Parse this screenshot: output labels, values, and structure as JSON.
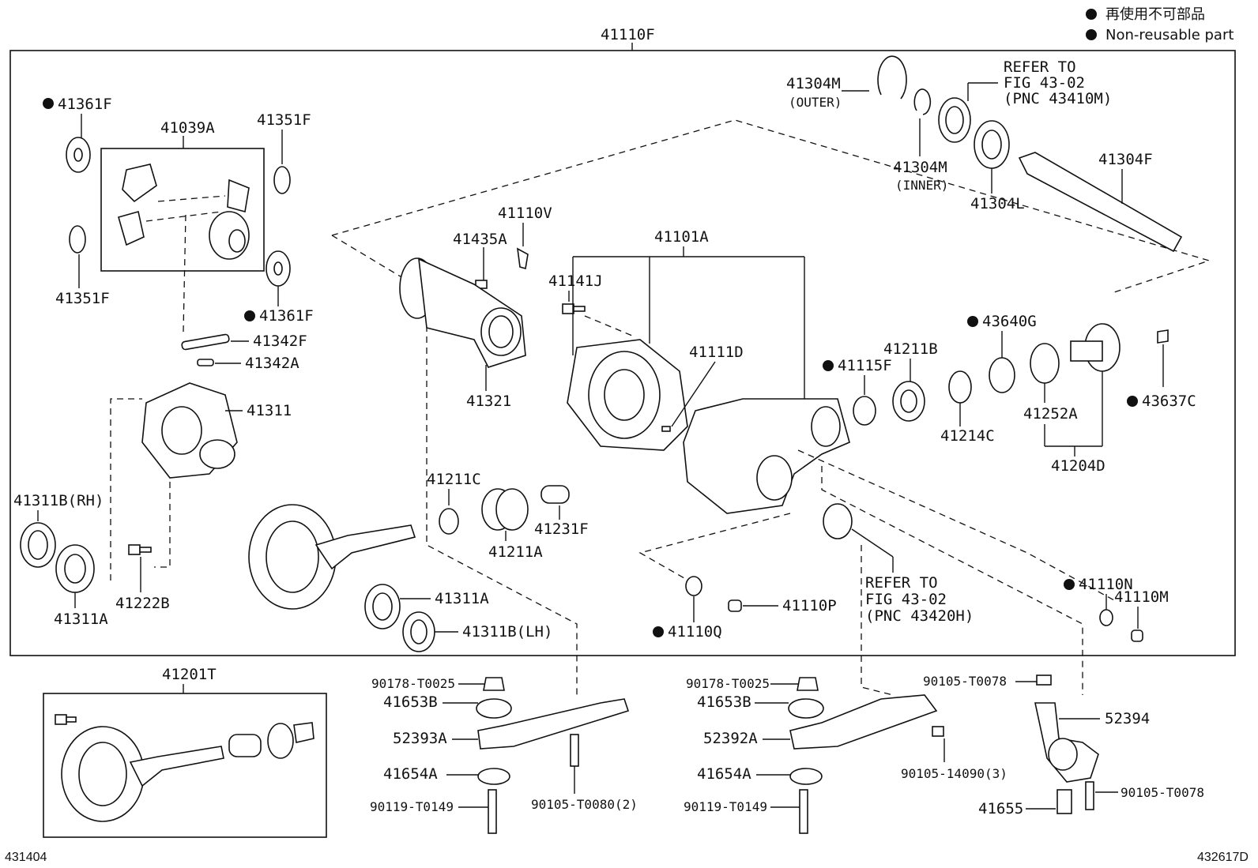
{
  "legend": {
    "line1": "再使用不可部品",
    "line2": "Non-reusable part",
    "marker_color": "#111111"
  },
  "main_assembly": "41110F",
  "refer_upper": {
    "l1": "REFER TO",
    "l2": "FIG 43-02",
    "l3": "(PNC 43410M)"
  },
  "refer_lower": {
    "l1": "REFER TO",
    "l2": "FIG 43-02",
    "l3": "(PNC 43420H)"
  },
  "labels": {
    "p41361F_top": "41361F",
    "p41039A": "41039A",
    "p41351F_top": "41351F",
    "p41351F_left": "41351F",
    "p41361F_mid": "41361F",
    "p41342F": "41342F",
    "p41342A": "41342A",
    "p41311": "41311",
    "p41311B_RH": "41311B(RH)",
    "p41311A_left": "41311A",
    "p41222B": "41222B",
    "p41311A_mid": "41311A",
    "p41311B_LH": "41311B(LH)",
    "p41435A": "41435A",
    "p41110V": "41110V",
    "p41141J": "41141J",
    "p41101A": "41101A",
    "p41321": "41321",
    "p41111D": "41111D",
    "p41211C": "41211C",
    "p41211A": "41211A",
    "p41231F": "41231F",
    "p41304M_outer": "41304M",
    "outer": "(OUTER)",
    "p41304M_inner": "41304M",
    "inner": "(INNER)",
    "p41304L": "41304L",
    "p41304F": "41304F",
    "p43640G": "43640G",
    "p41115F": "41115F",
    "p41211B": "41211B",
    "p41214C": "41214C",
    "p41252A": "41252A",
    "p41204D": "41204D",
    "p43637C": "43637C",
    "p41110N": "41110N",
    "p41110M": "41110M",
    "p41110P": "41110P",
    "p41110Q": "41110Q",
    "p41201T": "41201T",
    "p90178_a": "90178-T0025",
    "p41653B_a": "41653B",
    "p52393A": "52393A",
    "p41654A_a": "41654A",
    "p90119_a": "90119-T0149",
    "p90105_T0080": "90105-T0080(2)",
    "p90178_b": "90178-T0025",
    "p41653B_b": "41653B",
    "p52392A": "52392A",
    "p41654A_b": "41654A",
    "p90119_b": "90119-T0149",
    "p90105_14090": "90105-14090(3)",
    "p90105_T0078_top": "90105-T0078",
    "p52394": "52394",
    "p41655": "41655",
    "p90105_T0078_bot": "90105-T0078"
  },
  "footer": {
    "left": "431404",
    "right": "432617D"
  }
}
